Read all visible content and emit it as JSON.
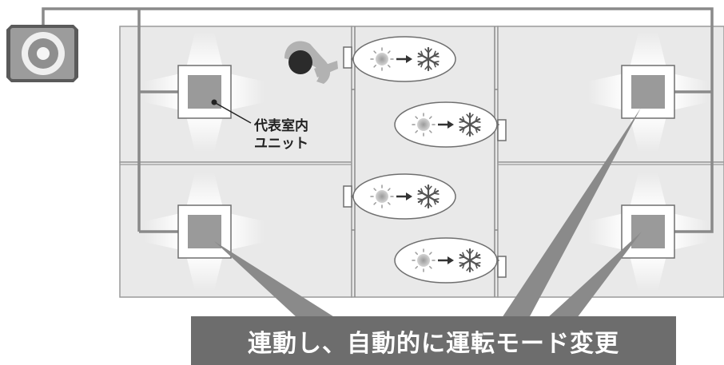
{
  "labels": {
    "representative_unit_line1": "代表室内",
    "representative_unit_line2": "ユニット",
    "caption": "連動し、自動的に運転モード変更"
  },
  "icons": [
    "outdoor-unit-icon",
    "person-icon",
    "sun-icon",
    "arrow-right-icon",
    "snowflake-icon",
    "indoor-unit-icon",
    "remote-controller-icon"
  ],
  "colors": {
    "room_floor": "#e9e9e9",
    "pipe": "#8a8a8a",
    "caption_background": "#6d6d6d",
    "unit_square": "#9a9a9a"
  }
}
